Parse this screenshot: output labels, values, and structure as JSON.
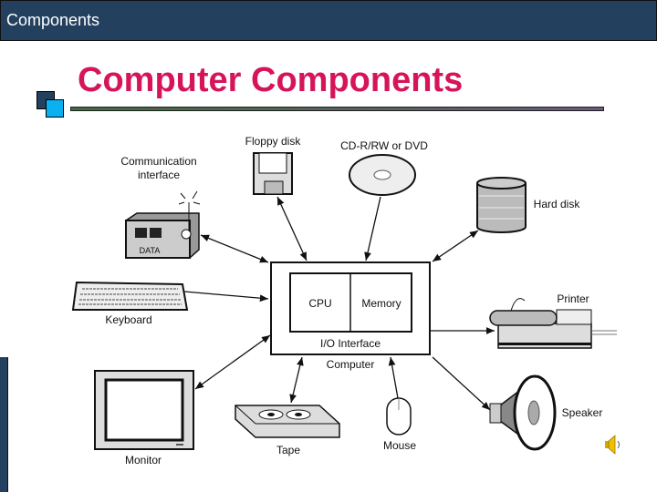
{
  "header": {
    "title": "Components"
  },
  "slide": {
    "title": "Computer Components",
    "colors": {
      "header_bg": "#23405f",
      "title": "#d6145a",
      "accent_square": "#0ab0f0"
    }
  },
  "diagram": {
    "computer": {
      "label": "Computer",
      "io": "I/O Interface",
      "cpu": "CPU",
      "memory": "Memory"
    },
    "devices": {
      "floppy": "Floppy disk",
      "cd": "CD-R/RW or DVD",
      "comm_line1": "Communication",
      "comm_line2": "interface",
      "comm_data": "DATA",
      "hard_disk": "Hard disk",
      "keyboard": "Keyboard",
      "printer": "Printer",
      "monitor": "Monitor",
      "tape": "Tape",
      "mouse": "Mouse",
      "speaker": "Speaker"
    }
  },
  "media": {
    "sound_icon": "speaker-sound-icon"
  }
}
